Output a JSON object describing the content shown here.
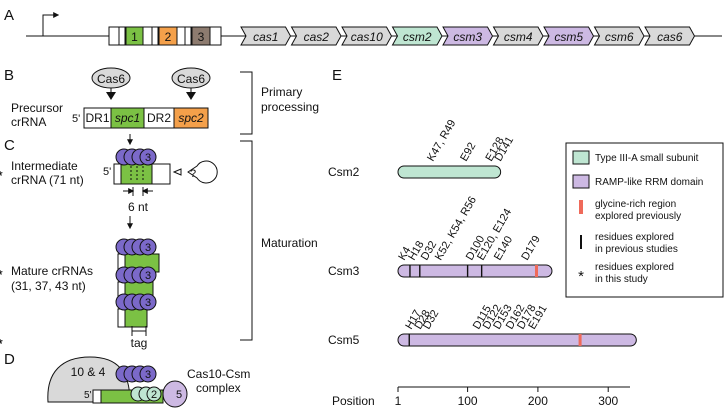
{
  "panels": {
    "a": "A",
    "b": "B",
    "c": "C",
    "d": "D",
    "e": "E"
  },
  "colors": {
    "green": "#7bc144",
    "orange": "#f4a04a",
    "brown": "#8d7b6f",
    "grey": "#d9d9d9",
    "mint": "#bfe6d2",
    "purple": "#cdb9e3",
    "purpleDark": "#7b69c9",
    "red": "#ef6a5a"
  },
  "operon": {
    "repeats": [
      "1",
      "2",
      "3"
    ],
    "genes": [
      {
        "name": "cas1",
        "color": "grey"
      },
      {
        "name": "cas2",
        "color": "grey"
      },
      {
        "name": "cas10",
        "color": "grey"
      },
      {
        "name": "csm2",
        "color": "mint"
      },
      {
        "name": "csm3",
        "color": "purple"
      },
      {
        "name": "csm4",
        "color": "grey"
      },
      {
        "name": "csm5",
        "color": "purple"
      },
      {
        "name": "csm6",
        "color": "grey"
      },
      {
        "name": "cas6",
        "color": "grey"
      }
    ]
  },
  "panelB": {
    "cas6a": "Cas6",
    "cas6b": "Cas6",
    "precursor_l1": "Precursor",
    "precursor_l2": "crRNA",
    "five": "5'",
    "dr1": "DR1",
    "spc1": "spc1",
    "dr2": "DR2",
    "spc2": "spc2",
    "primary_l1": "Primary",
    "primary_l2": "processing"
  },
  "panelC": {
    "intermediate_l1": "Intermediate",
    "intermediate_l2": "crRNA (71 nt)",
    "five": "5'",
    "six_nt": "6 nt",
    "question": "?",
    "three": "3",
    "mature_l1": "Mature crRNAs",
    "mature_l2": "(31, 37, 43 nt)",
    "tag": "tag",
    "maturation": "Maturation"
  },
  "panelD": {
    "ten4": "10 & 4",
    "three": "3",
    "two": "2",
    "five_num": "5",
    "five": "5'",
    "complex_l1": "Cas10-Csm",
    "complex_l2": "complex"
  },
  "legend": [
    {
      "label": "Type III-A small subunit"
    },
    {
      "label": "RAMP-like RRM domain"
    },
    {
      "label": "glycine-rich region",
      "label2": "explored previously"
    },
    {
      "label": "residues explored",
      "label2": "in previous studies"
    },
    {
      "label": "residues explored",
      "label2": "in this study"
    }
  ],
  "axis": {
    "label": "Position",
    "ticks": [
      1,
      100,
      200,
      300
    ]
  },
  "proteins": [
    {
      "name": "Csm2",
      "length": 147,
      "color": "mint",
      "residues": [
        "K47, R49",
        "E92",
        "E128",
        "D141"
      ],
      "stars": [
        47,
        92,
        128,
        141
      ],
      "bars": []
    },
    {
      "name": "Csm3",
      "length": 220,
      "color": "purple",
      "residues": [
        "K4",
        "H18",
        "D32",
        "K52, K54, R56",
        "D100",
        "E120, E124",
        "E140",
        "D179"
      ],
      "stars": [
        4,
        52,
        140,
        179
      ],
      "bars": [
        18,
        32,
        100,
        120
      ],
      "gly": [
        198
      ]
    },
    {
      "name": "Csm5",
      "length": 340,
      "color": "purple",
      "residues": [
        "H17",
        "D28",
        "D32",
        "D115",
        "D122",
        "D153",
        "D162",
        "D178",
        "E191"
      ],
      "stars": [
        28,
        32,
        115,
        122,
        153,
        162,
        178,
        191
      ],
      "bars": [
        17
      ],
      "gly": [
        260
      ]
    }
  ]
}
